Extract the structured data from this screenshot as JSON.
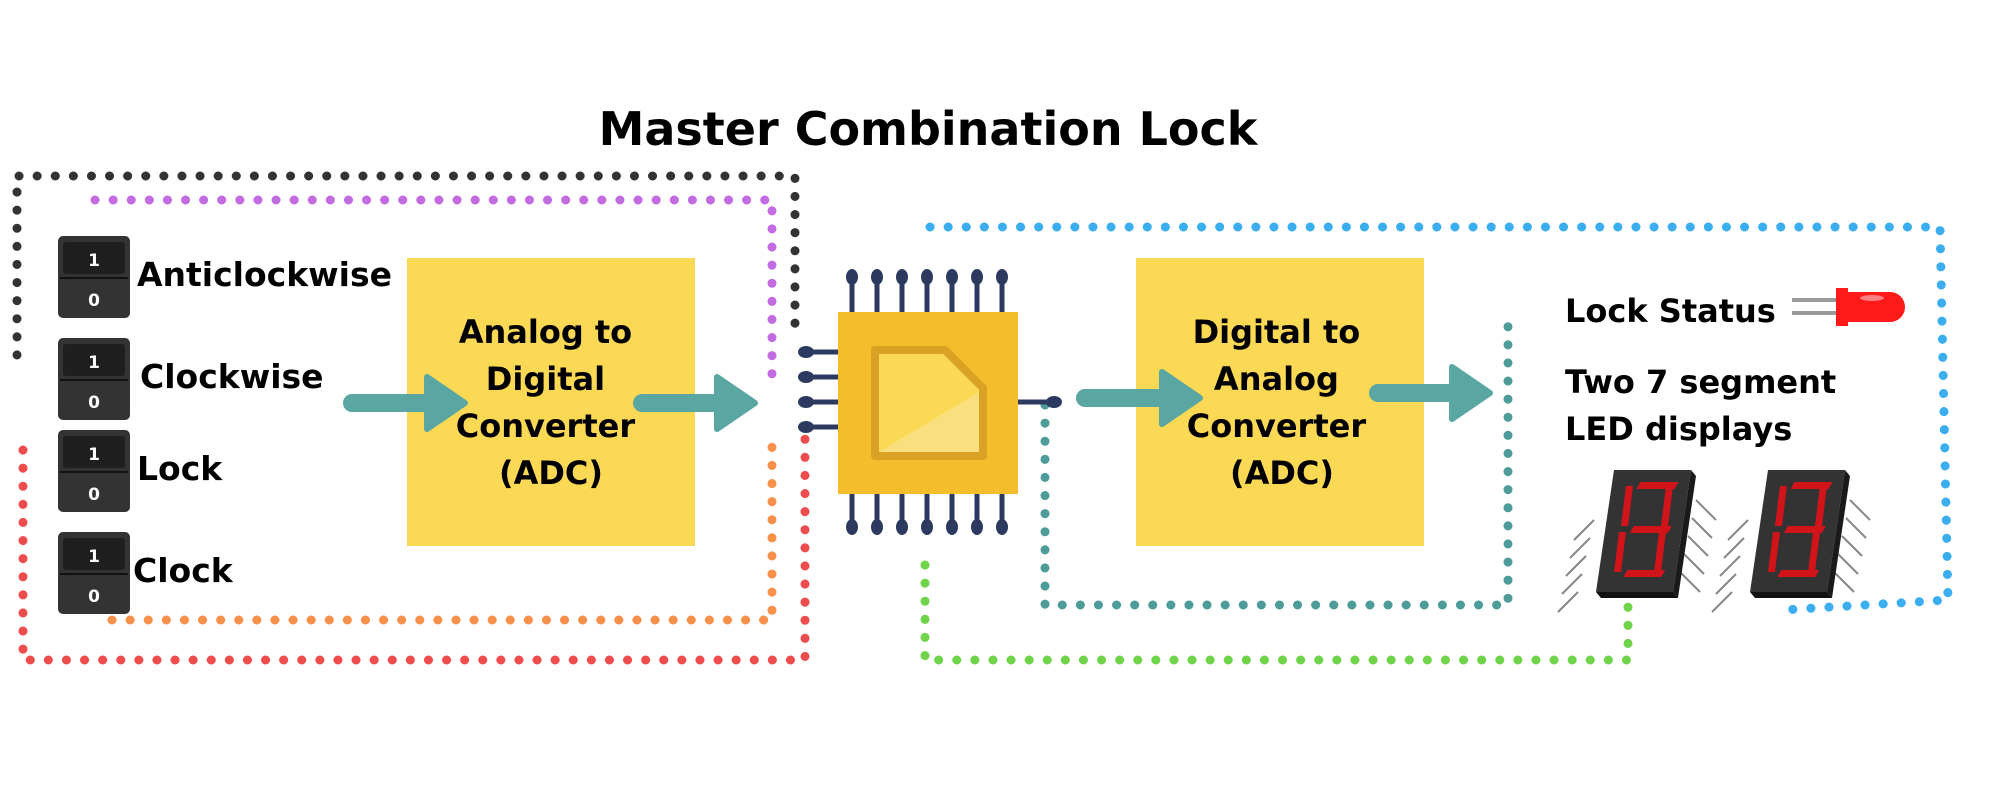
{
  "title": "Master Combination Lock",
  "switches": [
    {
      "label": "Anticlockwise",
      "top_digit": "1",
      "bottom_digit": "0"
    },
    {
      "label": "Clockwise",
      "top_digit": "1",
      "bottom_digit": "0"
    },
    {
      "label": "Lock",
      "top_digit": "1",
      "bottom_digit": "0"
    },
    {
      "label": "Clock",
      "top_digit": "1",
      "bottom_digit": "0"
    }
  ],
  "adc": {
    "lines": [
      "Analog to",
      "Digital",
      "Converter",
      "(ADC)"
    ]
  },
  "dac": {
    "lines": [
      "Digital to",
      "Analog",
      "Converter",
      "(ADC)"
    ]
  },
  "chip": {
    "icon": "microchip-icon"
  },
  "outputs": {
    "lock_status_label": "Lock Status",
    "display_label_lines": [
      "Two 7 segment",
      "LED displays"
    ]
  },
  "colors": {
    "block_fill": "#fcd955",
    "arrow": "#5aa6a2",
    "chip_body": "#f3bd2b",
    "chip_pins": "#2b3a5e",
    "switch_body": "#333333",
    "led_red": "#ff1a1a",
    "segment_red": "#d0141a",
    "wire_black": "#333333",
    "wire_purple": "#c36be0",
    "wire_red": "#ef4d4d",
    "wire_orange": "#f6904a",
    "wire_blue": "#3aaef0",
    "wire_teal": "#4e9c99",
    "wire_green": "#6fd44a"
  }
}
